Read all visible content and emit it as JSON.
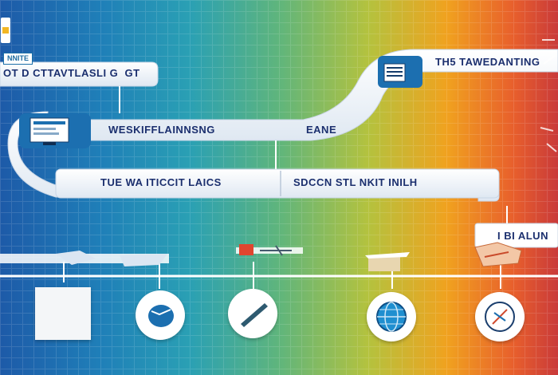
{
  "labels": {
    "top_tag": "NNITE",
    "top_left_banner": "OT D  CTTAVTLASLI G  GT",
    "top_right_banner": "TH5  TAWEDANTING",
    "row2_left": "WESKIFFLAINNSNG",
    "row2_right": "EANE",
    "row3_left": "TUE  WA ITICCIT LAICS",
    "row3_right": "SDCCN  STL  NKIT INILH",
    "side_tag": "I BI  ALUN"
  },
  "icons": [
    "monitor-icon",
    "document-icon",
    "book-icon",
    "globe-icon",
    "tools-icon",
    "box-icon",
    "map-icon",
    "puzzle-icon",
    "compass-icon"
  ],
  "colors": {
    "banner": "#ffffff",
    "text": "#1b2f6e",
    "accent": "#1b6fa8"
  }
}
